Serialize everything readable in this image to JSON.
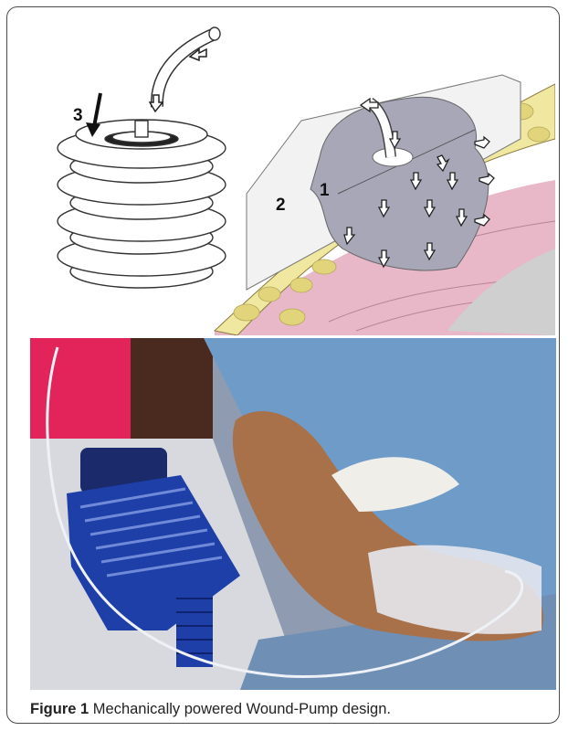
{
  "figure": {
    "caption_label": "Figure 1",
    "caption_text": " Mechanically powered Wound-Pump design."
  },
  "illustration": {
    "label_1": "1",
    "label_2": "2",
    "label_3": "3",
    "colors": {
      "foam": "#a7a7b8",
      "fat": "#f0e7a0",
      "muscle": "#e8b8c8",
      "film": "#f2f2f2"
    }
  },
  "photo": {
    "colors": {
      "pump_blue": "#1f3fa8",
      "scrubs": "#6f9bc9",
      "skin": "#a8714a",
      "pink_shirt": "#e2245a"
    }
  }
}
